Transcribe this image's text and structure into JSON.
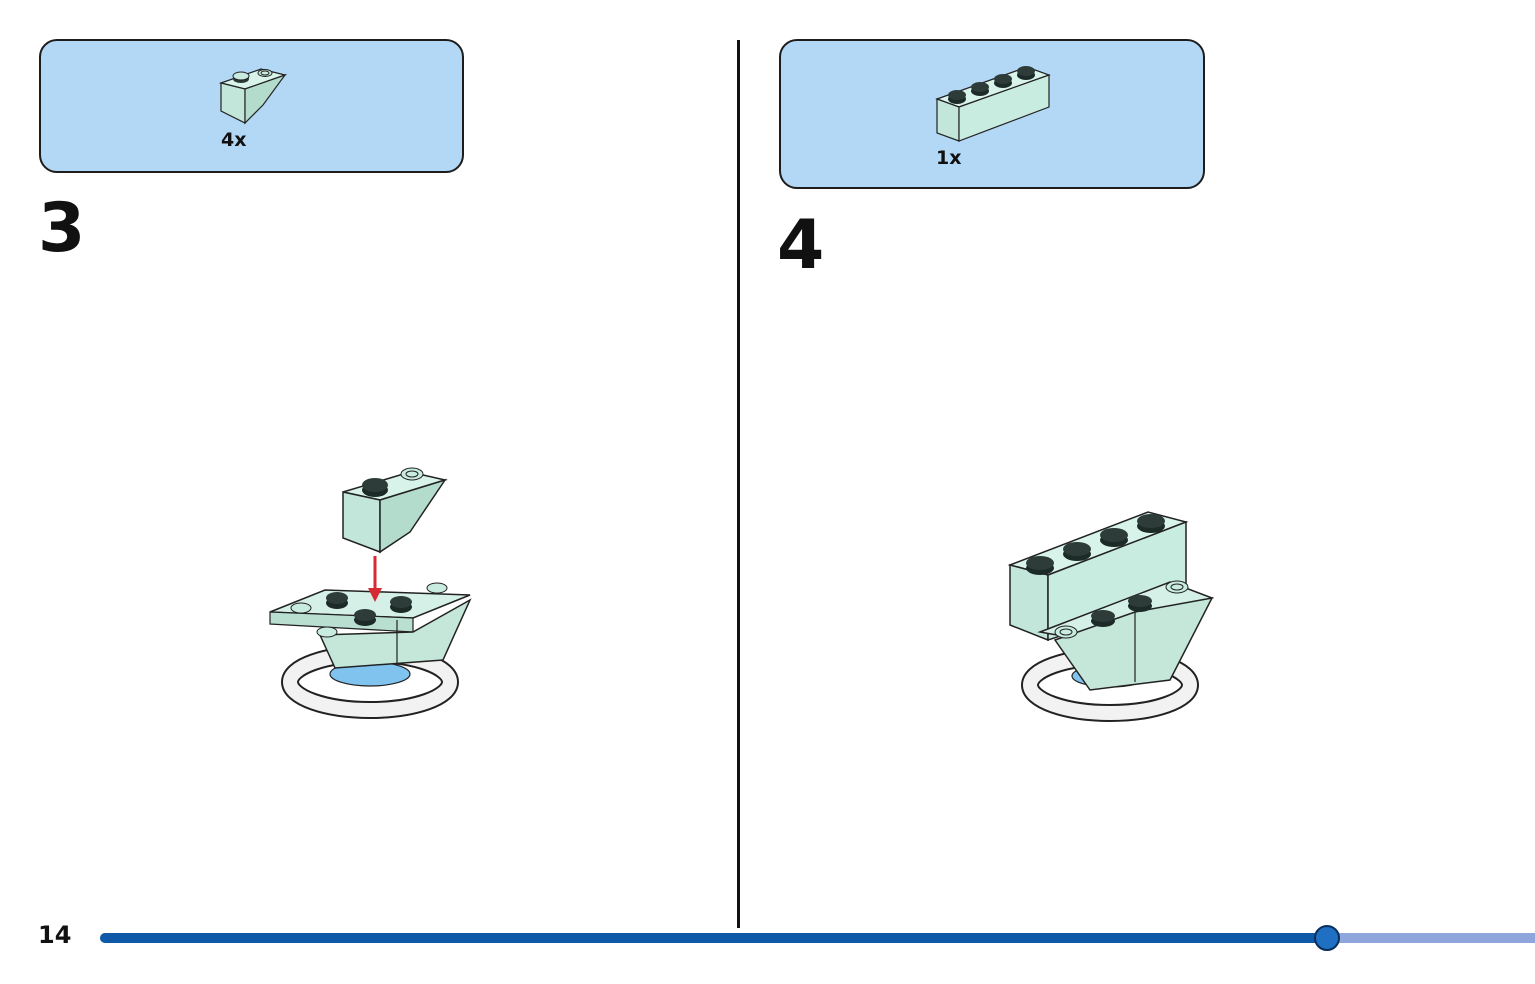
{
  "steps": [
    {
      "number": "3",
      "parts_quantity": "4x"
    },
    {
      "number": "4",
      "parts_quantity": "1x"
    }
  ],
  "page_number": "14",
  "progress_fraction": 0.855,
  "colors": {
    "parts_box": "#b3d8f5",
    "brick": "#c9ece1",
    "progress_done": "#0f5aa8",
    "progress_remaining": "#8fa6dc",
    "arrow": "#d62a33"
  },
  "icons": {
    "step3_part": "inverted-slope-brick-icon",
    "step4_part": "brick-1x4-icon",
    "arrow": "down-arrow-icon"
  }
}
